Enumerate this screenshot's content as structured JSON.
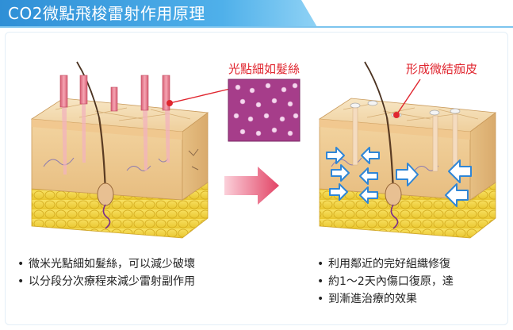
{
  "title": "CO2微點飛梭雷射作用原理",
  "left_callout": "光點細如髮絲",
  "right_callout": "形成微結痂皮",
  "left_bullets": [
    "微米光點細如髮絲，可以減少破壞",
    "以分段分次療程來減少雷射副作用"
  ],
  "right_bullets": [
    "利用鄰近的完好組織修復",
    "約1～2天內傷口復原，達",
    "到漸進治療的效果"
  ],
  "colors": {
    "banner": "#3a9ee0",
    "callout_text": "#e0262f",
    "laser": "#e8788a",
    "arrow": "#2f86d6",
    "arrow_transition": "#e85a74"
  }
}
